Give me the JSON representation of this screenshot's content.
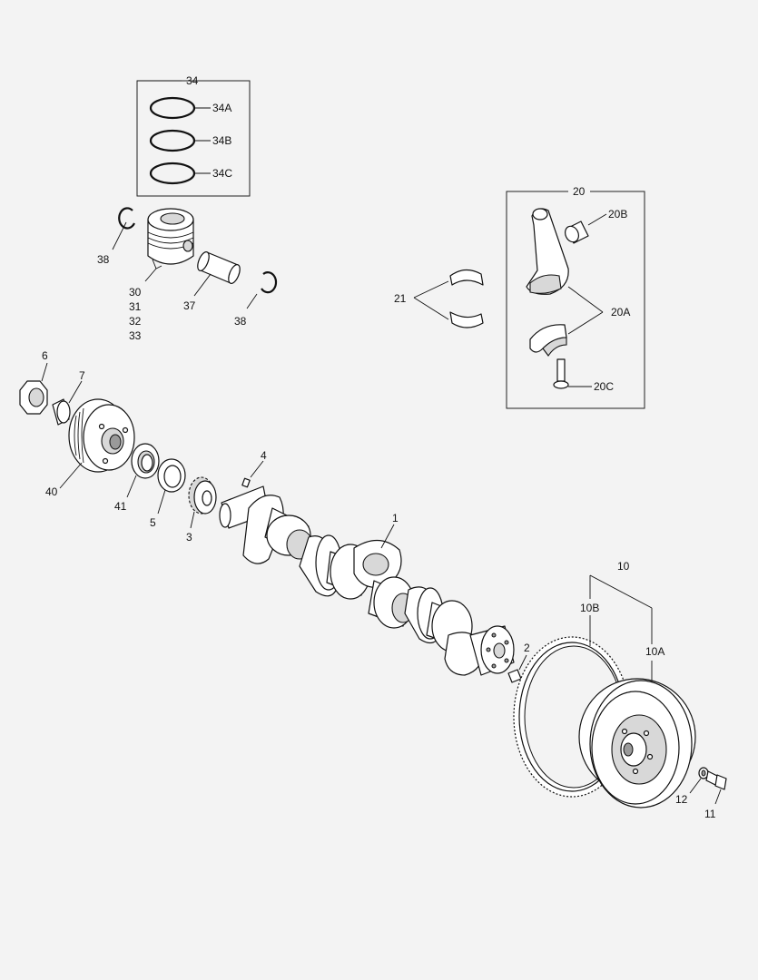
{
  "callouts": {
    "c1": "1",
    "c2": "2",
    "c3": "3",
    "c4": "4",
    "c5": "5",
    "c6": "6",
    "c7": "7",
    "c10": "10",
    "c10A": "10A",
    "c10B": "10B",
    "c11": "11",
    "c12": "12",
    "c20": "20",
    "c20A": "20A",
    "c20B": "20B",
    "c20C": "20C",
    "c21": "21",
    "c30": "30",
    "c31": "31",
    "c32": "32",
    "c33": "33",
    "c34": "34",
    "c34A": "34A",
    "c34B": "34B",
    "c34C": "34C",
    "c37": "37",
    "c38a": "38",
    "c38b": "38",
    "c40": "40",
    "c41": "41"
  },
  "colors": {
    "background": "#f3f3f3",
    "line": "#111111",
    "fill": "#ffffff",
    "shade": "#d8d8d8"
  }
}
